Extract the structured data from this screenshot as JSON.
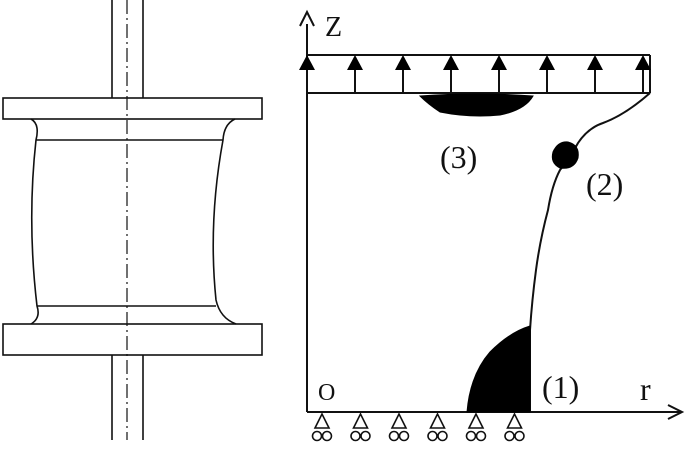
{
  "axes": {
    "z_label": "Z",
    "r_label": "r",
    "origin_label": "O"
  },
  "regions": [
    {
      "id": "1",
      "label": "(1)"
    },
    {
      "id": "2",
      "label": "(2)"
    },
    {
      "id": "3",
      "label": "(3)"
    }
  ],
  "load_arrows_count": 8,
  "roller_supports_count": 6
}
